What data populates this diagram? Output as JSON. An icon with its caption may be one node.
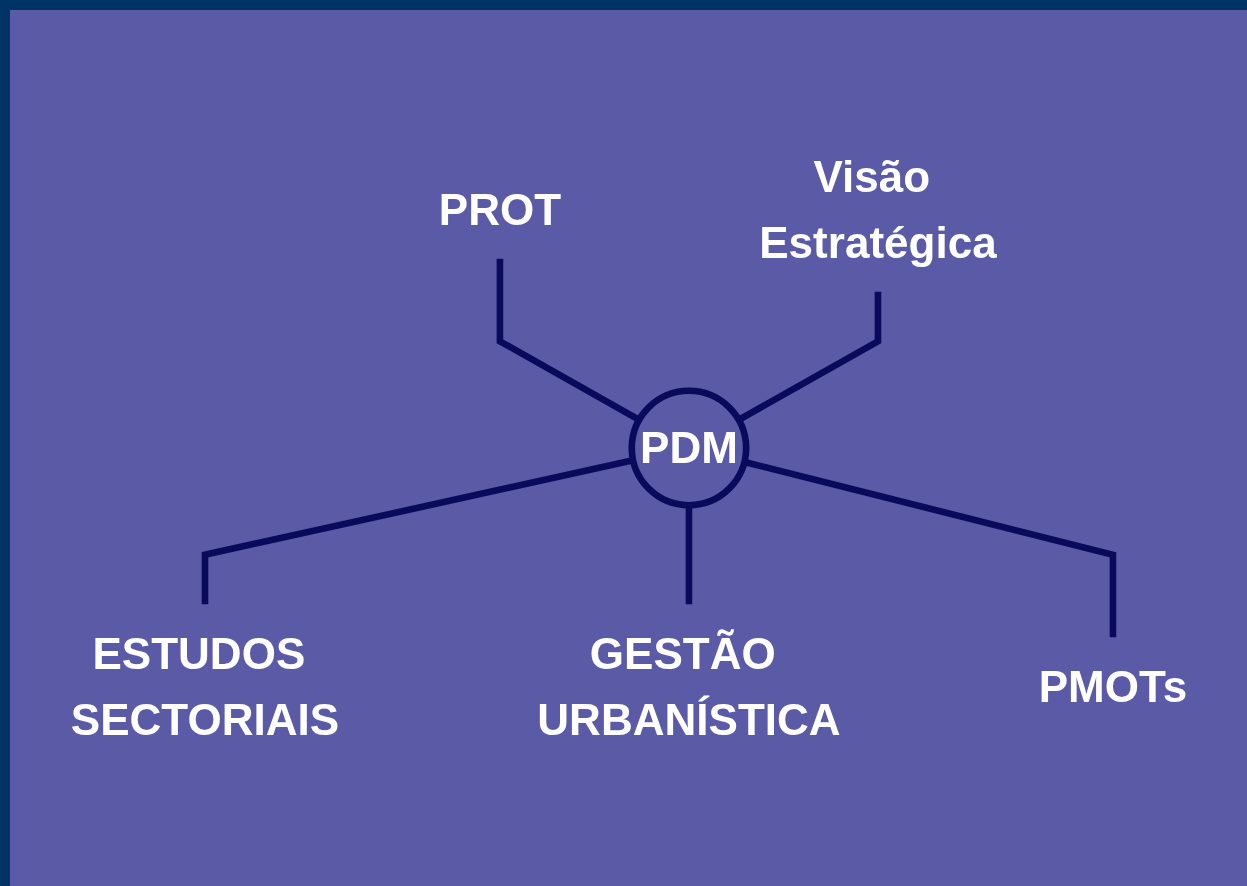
{
  "diagram": {
    "nodes": [
      {
        "text": [
          "PROT"
        ]
      },
      {
        "text": [
          "Visão Estratégica"
        ]
      },
      {
        "text": [
          "PDM"
        ]
      },
      {
        "text": [
          "ESTUDOS SECTORIAIS"
        ]
      },
      {
        "text": [
          "GESTÃO URBANÍSTICA"
        ]
      },
      {
        "text": [
          "PMOTs"
        ]
      }
    ],
    "edges": [
      {
        "from": 0,
        "to": 2,
        "arrow": "none"
      },
      {
        "from": 1,
        "to": 2,
        "arrow": "none"
      },
      {
        "from": 2,
        "to": 3,
        "arrow": "none"
      },
      {
        "from": 2,
        "to": 4,
        "arrow": "none"
      },
      {
        "from": 2,
        "to": 5,
        "arrow": "none"
      }
    ]
  }
}
